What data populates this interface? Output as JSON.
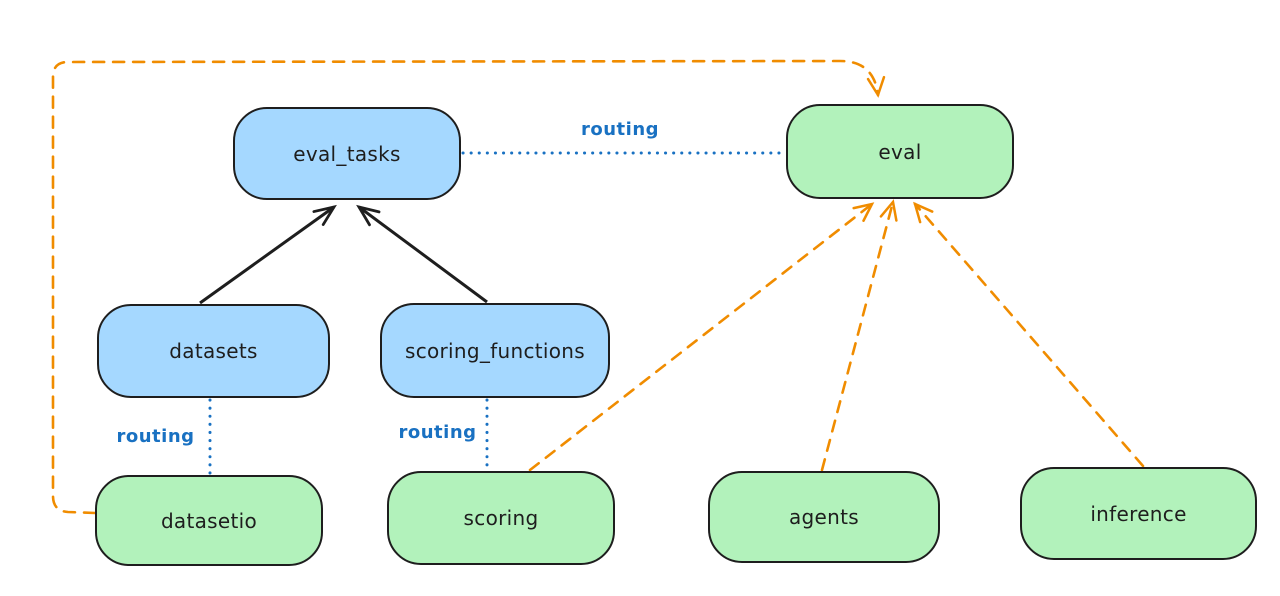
{
  "colors": {
    "background": "#ffffff",
    "node_border": "#1e1e1e",
    "registry_fill_blue": "#a5d8ff",
    "api_fill_green": "#b2f2bb",
    "routing_blue": "#1971c2",
    "provider_orange": "#f08c00",
    "arrow_black": "#1e1e1e"
  },
  "nodes": {
    "eval_tasks": {
      "label": "eval_tasks",
      "fill": "#a5d8ff"
    },
    "eval": {
      "label": "eval",
      "fill": "#b2f2bb"
    },
    "datasets": {
      "label": "datasets",
      "fill": "#a5d8ff"
    },
    "scoring_functions": {
      "label": "scoring_functions",
      "fill": "#a5d8ff"
    },
    "datasetio": {
      "label": "datasetio",
      "fill": "#b2f2bb"
    },
    "scoring": {
      "label": "scoring",
      "fill": "#b2f2bb"
    },
    "agents": {
      "label": "agents",
      "fill": "#b2f2bb"
    },
    "inference": {
      "label": "inference",
      "fill": "#b2f2bb"
    }
  },
  "edge_labels": {
    "eval_tasks_to_eval": "routing",
    "datasets_to_datasetio": "routing",
    "scoring_functions_to_scoring": "routing"
  },
  "edges": [
    {
      "from": "datasets",
      "to": "eval_tasks",
      "style": "solid",
      "color": "#1e1e1e",
      "arrow": true
    },
    {
      "from": "scoring_functions",
      "to": "eval_tasks",
      "style": "solid",
      "color": "#1e1e1e",
      "arrow": true
    },
    {
      "from": "eval_tasks",
      "to": "eval",
      "style": "dotted",
      "color": "#1971c2",
      "arrow": false,
      "label": "routing"
    },
    {
      "from": "datasets",
      "to": "datasetio",
      "style": "dotted",
      "color": "#1971c2",
      "arrow": false,
      "label": "routing"
    },
    {
      "from": "scoring_functions",
      "to": "scoring",
      "style": "dotted",
      "color": "#1971c2",
      "arrow": false,
      "label": "routing"
    },
    {
      "from": "scoring",
      "to": "eval",
      "style": "dashed",
      "color": "#f08c00",
      "arrow": true
    },
    {
      "from": "agents",
      "to": "eval",
      "style": "dashed",
      "color": "#f08c00",
      "arrow": true
    },
    {
      "from": "inference",
      "to": "eval",
      "style": "dashed",
      "color": "#f08c00",
      "arrow": true
    },
    {
      "from": "datasetio",
      "to": "eval",
      "style": "dashed",
      "color": "#f08c00",
      "arrow": true,
      "route": "around-left-and-top"
    }
  ]
}
